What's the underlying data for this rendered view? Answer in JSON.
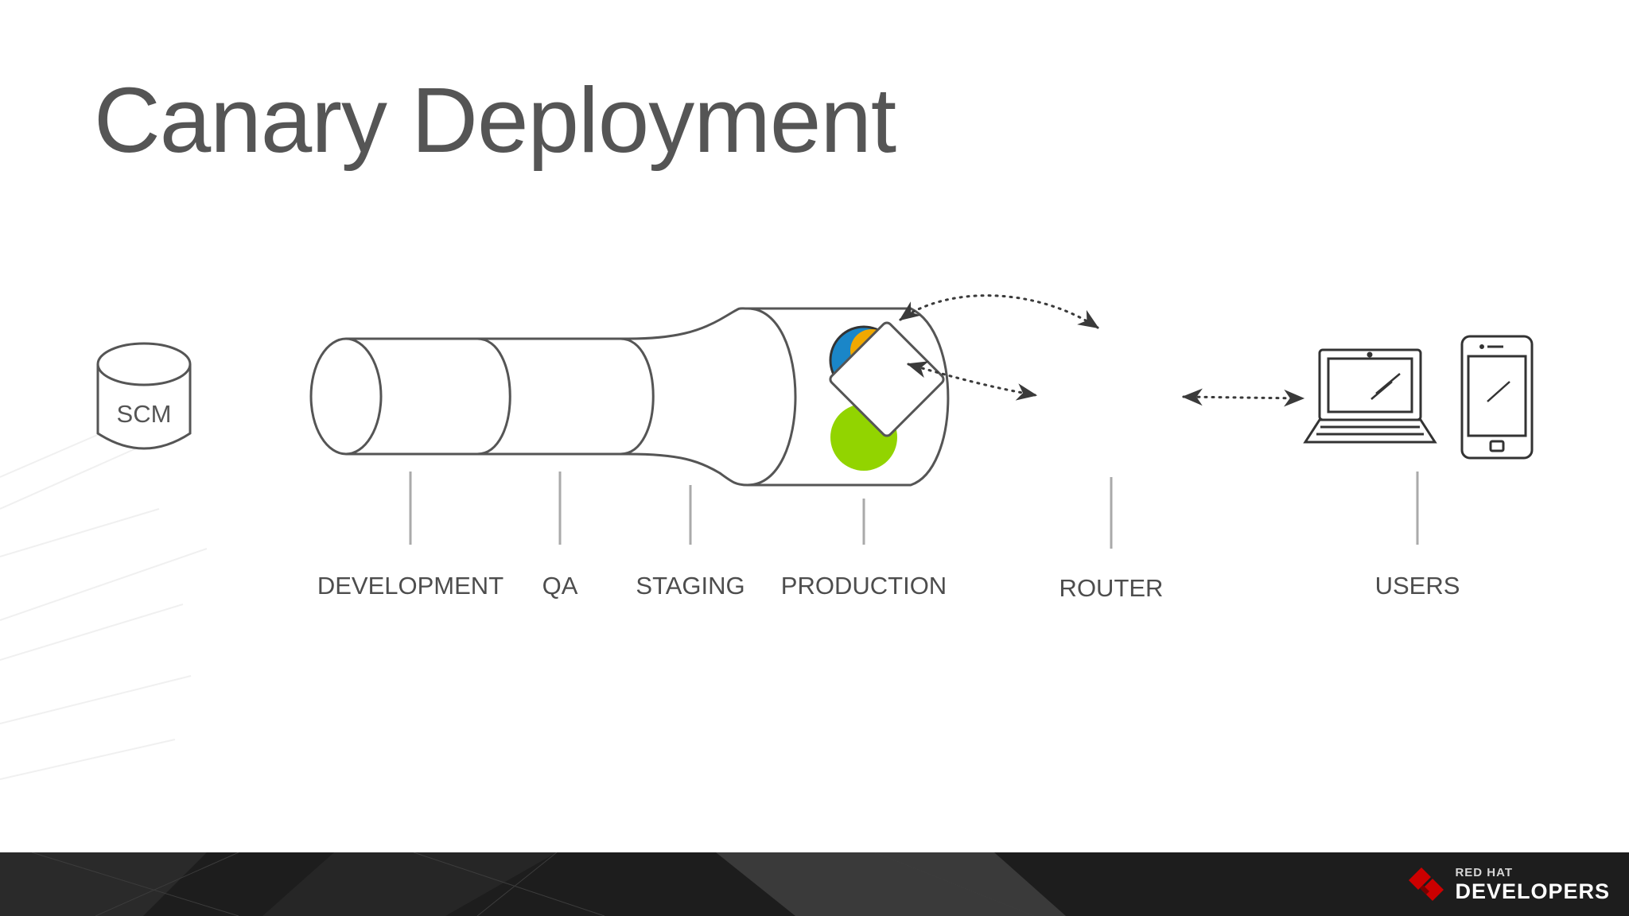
{
  "slide": {
    "title": "Canary Deployment"
  },
  "diagram": {
    "source": {
      "label": "SCM",
      "icon": "database-cylinder-icon"
    },
    "stages": [
      {
        "label": "DEVELOPMENT"
      },
      {
        "label": "QA"
      },
      {
        "label": "STAGING"
      },
      {
        "label": "PRODUCTION"
      }
    ],
    "router": {
      "label": "ROUTER",
      "icon": "diamond-icon"
    },
    "users": {
      "label": "USERS",
      "icons": [
        "laptop-icon",
        "smartphone-icon"
      ]
    },
    "canary_colors": {
      "outer": "#1a86c8",
      "inner": "#f0a800",
      "stable": "#92d400"
    }
  },
  "footer": {
    "brand_top": "RED HAT",
    "brand_bottom": "DEVELOPERS",
    "accent": "#cc0000"
  }
}
